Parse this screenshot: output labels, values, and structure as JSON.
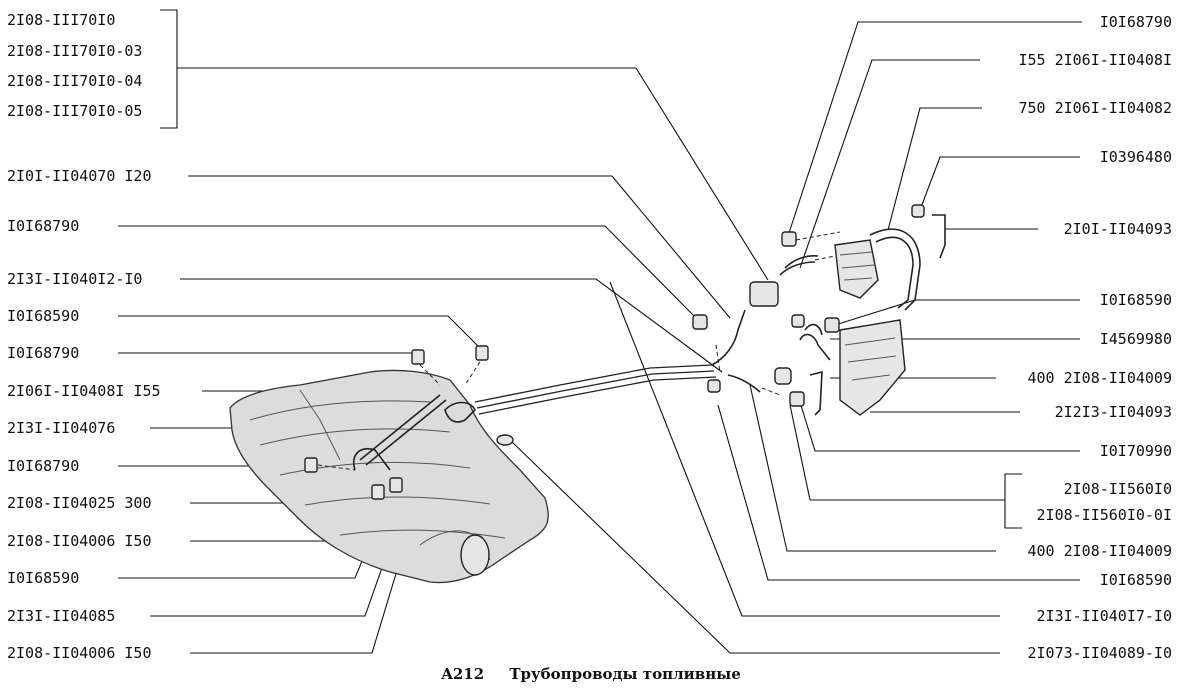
{
  "caption": {
    "code": "A212",
    "title": "Трубопроводы топливные"
  },
  "group_top_left": {
    "items": [
      "2I08-III70I0",
      "2I08-III70I0-03",
      "2I08-III70I0-04",
      "2I08-III70I0-05"
    ]
  },
  "left_labels": [
    "2I0I-II04070 I20",
    "I0I68790",
    "2I3I-II040I2-I0",
    "I0I68590",
    "I0I68790",
    "2I06I-II0408I I55",
    "2I3I-II04076",
    "I0I68790",
    "2I08-II04025 300",
    "2I08-II04006 I50",
    "I0I68590",
    "2I3I-II04085",
    "2I08-II04006 I50"
  ],
  "right_labels": [
    "I0I68790",
    "I55 2I06I-II0408I",
    "750 2I06I-II04082",
    "I0396480",
    "2I0I-II04093",
    "I0I68590",
    "I4569980",
    "400 2I08-II04009",
    "2I2I3-II04093",
    "I0I70990",
    "400 2I08-II04009",
    "I0I68590",
    "2I3I-II040I7-I0",
    "2I073-II04089-I0"
  ],
  "group_right": {
    "items": [
      "2I08-II560I0",
      "2I08-II560I0-0I"
    ]
  }
}
